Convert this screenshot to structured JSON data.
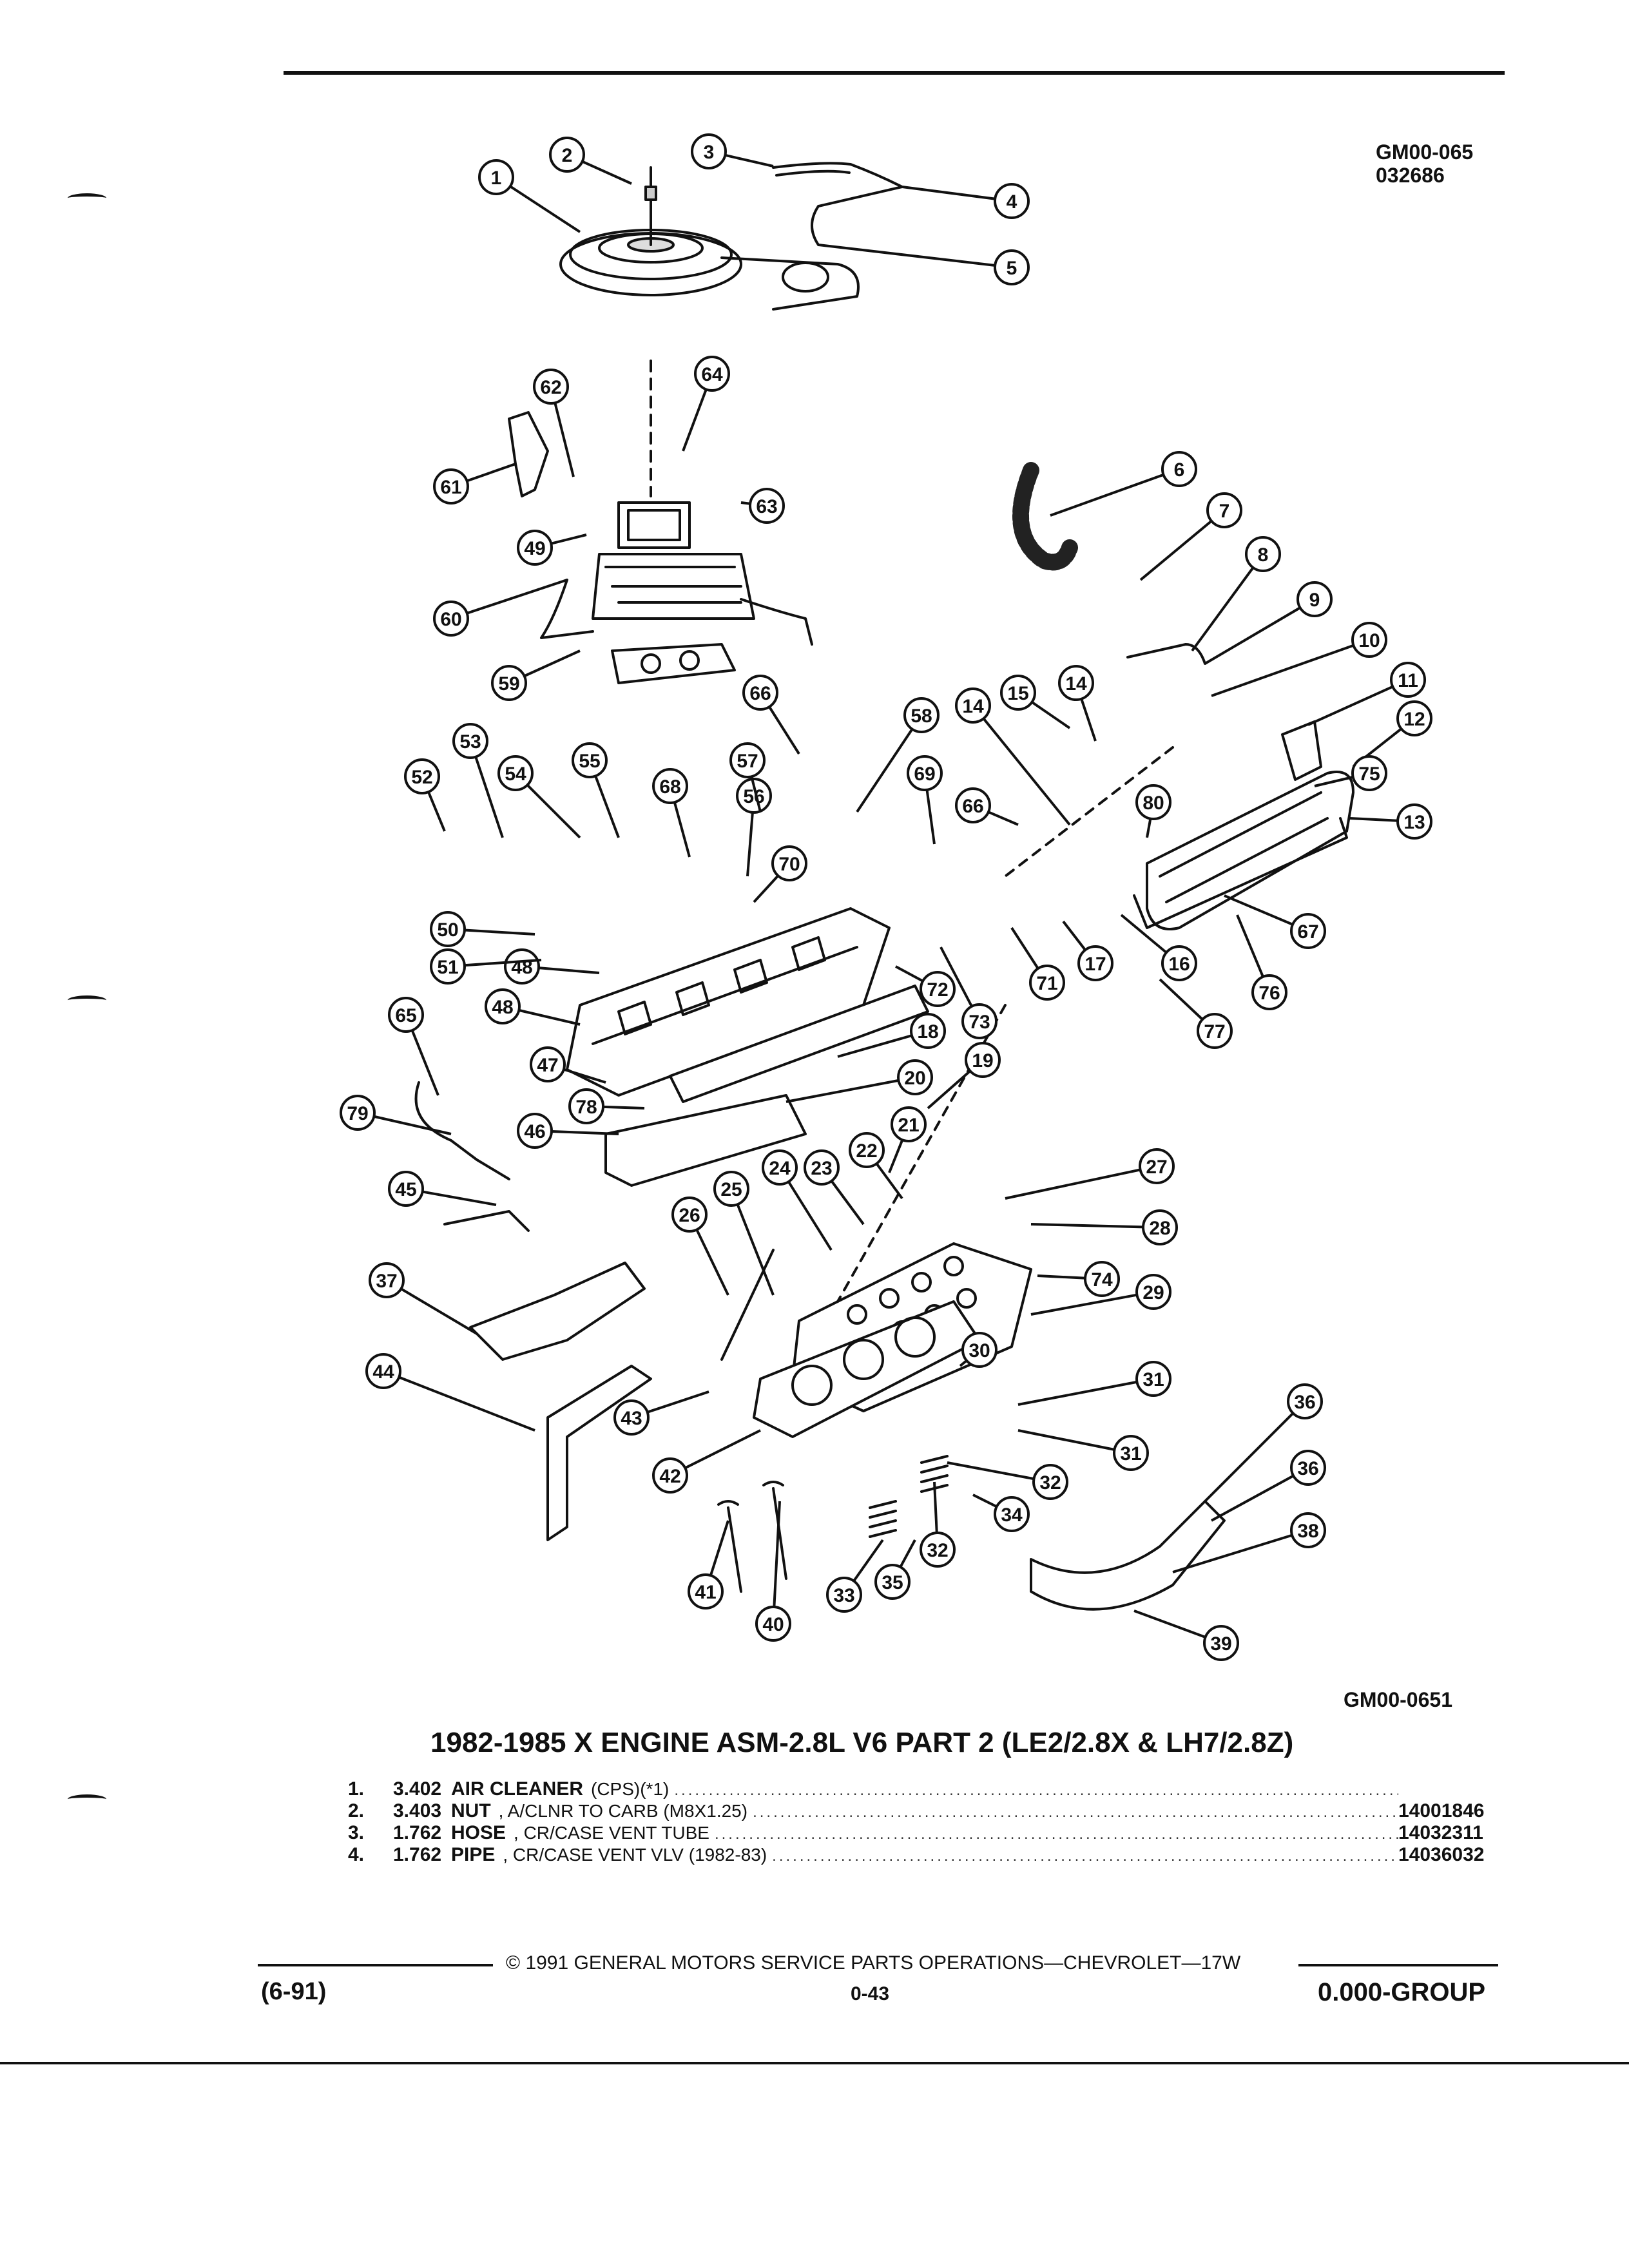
{
  "header": {
    "code_top_line1": "GM00-065",
    "code_top_line2": "032686"
  },
  "diagram": {
    "figure_code": "GM00-0651",
    "callouts": [
      "1",
      "2",
      "3",
      "4",
      "5",
      "6",
      "7",
      "8",
      "9",
      "10",
      "11",
      "12",
      "13",
      "14",
      "14",
      "15",
      "16",
      "17",
      "18",
      "19",
      "20",
      "21",
      "22",
      "23",
      "24",
      "25",
      "26",
      "27",
      "28",
      "29",
      "30",
      "31",
      "31",
      "32",
      "32",
      "33",
      "34",
      "35",
      "36",
      "36",
      "37",
      "38",
      "39",
      "40",
      "41",
      "42",
      "43",
      "44",
      "45",
      "46",
      "47",
      "48",
      "48",
      "49",
      "50",
      "51",
      "52",
      "53",
      "54",
      "55",
      "56",
      "57",
      "58",
      "59",
      "60",
      "61",
      "62",
      "63",
      "64",
      "65",
      "66",
      "66",
      "67",
      "68",
      "69",
      "70",
      "71",
      "72",
      "73",
      "74",
      "75",
      "76",
      "77",
      "78",
      "79",
      "80"
    ]
  },
  "title": "1982-1985 X ENGINE ASM-2.8L V6 PART 2 (LE2/2.8X & LH7/2.8Z)",
  "parts": [
    {
      "num": "1.",
      "code": "3.402",
      "name": "AIR CLEANER",
      "desc": "(CPS)(*1)",
      "pn": ""
    },
    {
      "num": "2.",
      "code": "3.403",
      "name": "NUT",
      "desc": ", A/CLNR TO CARB (M8X1.25)",
      "pn": "14001846"
    },
    {
      "num": "3.",
      "code": "1.762",
      "name": "HOSE",
      "desc": ", CR/CASE VENT TUBE",
      "pn": "14032311"
    },
    {
      "num": "4.",
      "code": "1.762",
      "name": "PIPE",
      "desc": ", CR/CASE VENT VLV (1982-83)",
      "pn": "14036032"
    }
  ],
  "footer": {
    "copyright": "© 1991 GENERAL MOTORS SERVICE PARTS OPERATIONS—CHEVROLET—17W",
    "date": "(6-91)",
    "page": "0-43",
    "group": "0.000-GROUP"
  }
}
